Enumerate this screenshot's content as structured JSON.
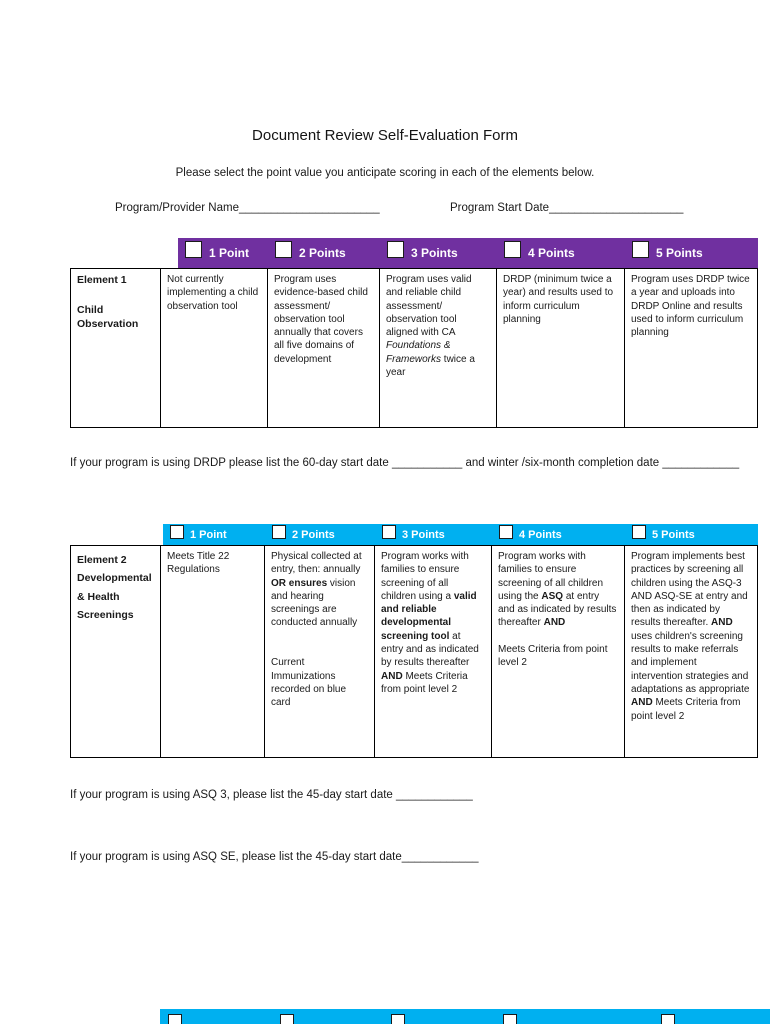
{
  "form": {
    "title": "Document Review Self-Evaluation Form",
    "instructions": "Please select the point value you anticipate scoring in each of the elements below.",
    "program_provider_field": "Program/Provider Name______________________",
    "program_start_field": "Program Start Date_____________________",
    "drdp_dates_line": "If your program is using DRDP please list the 60-day start date ___________ and winter /six-month completion date ____________",
    "asq3_date_line": "If your program is using ASQ 3, please list the 45-day start date ____________",
    "asqse_date_line": "If your program is using ASQ SE, please list the 45-day start date____________"
  },
  "element1": {
    "header_color": "#7030A0",
    "points": [
      "1 Point",
      "2 Points",
      "3 Points",
      "4 Points",
      "5 Points"
    ],
    "label_line1": "Element 1",
    "label_line2": "Child Observation",
    "cells": [
      "Not currently implementing a child observation tool",
      "Program uses evidence-based child assessment/ observation tool annually that covers all five domains of development",
      "Program uses valid and reliable child assessment/ observation tool aligned with CA <i>Foundations &amp; Frameworks</i> twice a year",
      "DRDP (minimum twice a year) and  results used to inform curriculum planning",
      "Program uses DRDP twice a year and  uploads into DRDP Online and  results  used  to inform curriculum planning"
    ]
  },
  "element2": {
    "header_color": "#00B0F0",
    "points": [
      "1 Point",
      "2 Points",
      "3 Points",
      "4 Points",
      "5 Points"
    ],
    "label_lines": [
      "Element 2",
      "Developmental",
      "& Health",
      "Screenings"
    ],
    "cells": [
      "Meets Title 22 Regulations",
      "Physical collected at entry, then: annually <b>OR ensures</b> vision and hearing screenings are conducted  annually<br><br><br>Current Immunizations recorded on blue card",
      "Program works with families to ensure screening of all children using a <b>valid and  reliable developmental screening tool</b> at entry and as  indicated  by results thereafter  <b>AND</b> Meets Criteria from point  level 2",
      "Program works with families to ensure  screening of all children using the <b>ASQ</b> at entry and as  indicated  by results  thereafter <b>AND</b><br><br>Meets Criteria from point level 2",
      "Program implements best practices by screening all children using the ASQ-3 AND ASQ-SE at entry and then as indicated by results thereafter. <b>AND</b> uses children's  screening results to make referrals and  implement intervention strategies and adaptations as appropriate <b>AND</b> Meets Criteria  from point level 2"
    ]
  },
  "next_section": {
    "header_color": "#00B0F0"
  }
}
